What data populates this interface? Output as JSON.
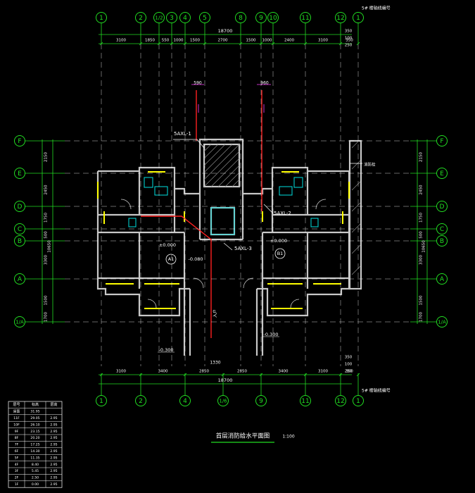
{
  "colors": {
    "background": "#000000",
    "grid": "#22dd22",
    "wall": "#c8c8c8",
    "accent": "#ffff00",
    "fire_pipe": "#ff2020",
    "room_text": "#ffffff",
    "cyan": "#00e0e0",
    "magenta": "#ff40ff"
  },
  "axes_top": [
    "1",
    "2",
    "1/2",
    "3",
    "4",
    "5",
    "8",
    "9",
    "10",
    "11",
    "12",
    "1"
  ],
  "axes_bottom": [
    "1",
    "2",
    "4",
    "1/6",
    "9",
    "11",
    "12",
    "1"
  ],
  "axes_left": [
    "F",
    "E",
    "D",
    "C",
    "B",
    "A",
    "1/A"
  ],
  "axes_right": [
    "F",
    "E",
    "D",
    "C",
    "B",
    "A",
    "1/A"
  ],
  "top_total_dim": "18700",
  "top_segment_dims": [
    "3100",
    "1850",
    "550",
    "1000",
    "1500",
    "2700",
    "1500",
    "1000",
    "2400",
    "3100",
    "350"
  ],
  "top_right_small_dims": [
    "350",
    "100",
    "250"
  ],
  "bottom_total_dim": "18700",
  "bottom_segment_dims": [
    "3100",
    "3400",
    "2850",
    "2850",
    "3400",
    "3100",
    "350"
  ],
  "bottom_right_small_dims": [
    "350",
    "100",
    "250"
  ],
  "side_dims_left": [
    "2150",
    "2450",
    "1750",
    "500",
    "3300",
    "1500",
    "1700"
  ],
  "side_dims_right": [
    "2150",
    "2450",
    "1750",
    "500",
    "3300",
    "1500",
    "1700"
  ],
  "outer_dim_left": "10650",
  "outer_dim_right": "10650",
  "note_top_right": "5# 楼轴线编号",
  "note_bottom_right": "5# 楼轴线编号",
  "pipe_labels": {
    "pipe_left_top": "590",
    "pipe_right_top": "960",
    "riser_1": "5AXL-1",
    "riser_2": "5AXL-2",
    "riser_3": "5AXL-3",
    "main_pipe": "入户",
    "right_note": "消防栓"
  },
  "elevations": {
    "left_unit": "±0.000",
    "right_unit": "±0.000",
    "lobby": "-0.080",
    "outside_left": "-0.300",
    "outside_right": "-0.300"
  },
  "unit_marks": {
    "left": "A1",
    "right": "B1"
  },
  "corridor_dim": "1330",
  "drawing_title": "首层消防给水平面图",
  "drawing_scale": "1:100",
  "legend_table": {
    "headers": [
      "层号",
      "标高",
      "层高"
    ],
    "rows": [
      [
        "屋面",
        "31.95",
        ""
      ],
      [
        "11F",
        "29.05",
        "2.95"
      ],
      [
        "10F",
        "26.10",
        "2.95"
      ],
      [
        "9F",
        "23.15",
        "2.95"
      ],
      [
        "8F",
        "20.20",
        "2.95"
      ],
      [
        "7F",
        "17.25",
        "2.95"
      ],
      [
        "6F",
        "14.30",
        "2.95"
      ],
      [
        "5F",
        "11.35",
        "2.95"
      ],
      [
        "4F",
        "8.40",
        "2.95"
      ],
      [
        "3F",
        "5.45",
        "2.95"
      ],
      [
        "2F",
        "2.50",
        "2.95"
      ],
      [
        "1F",
        "0.00",
        "2.95"
      ]
    ]
  }
}
